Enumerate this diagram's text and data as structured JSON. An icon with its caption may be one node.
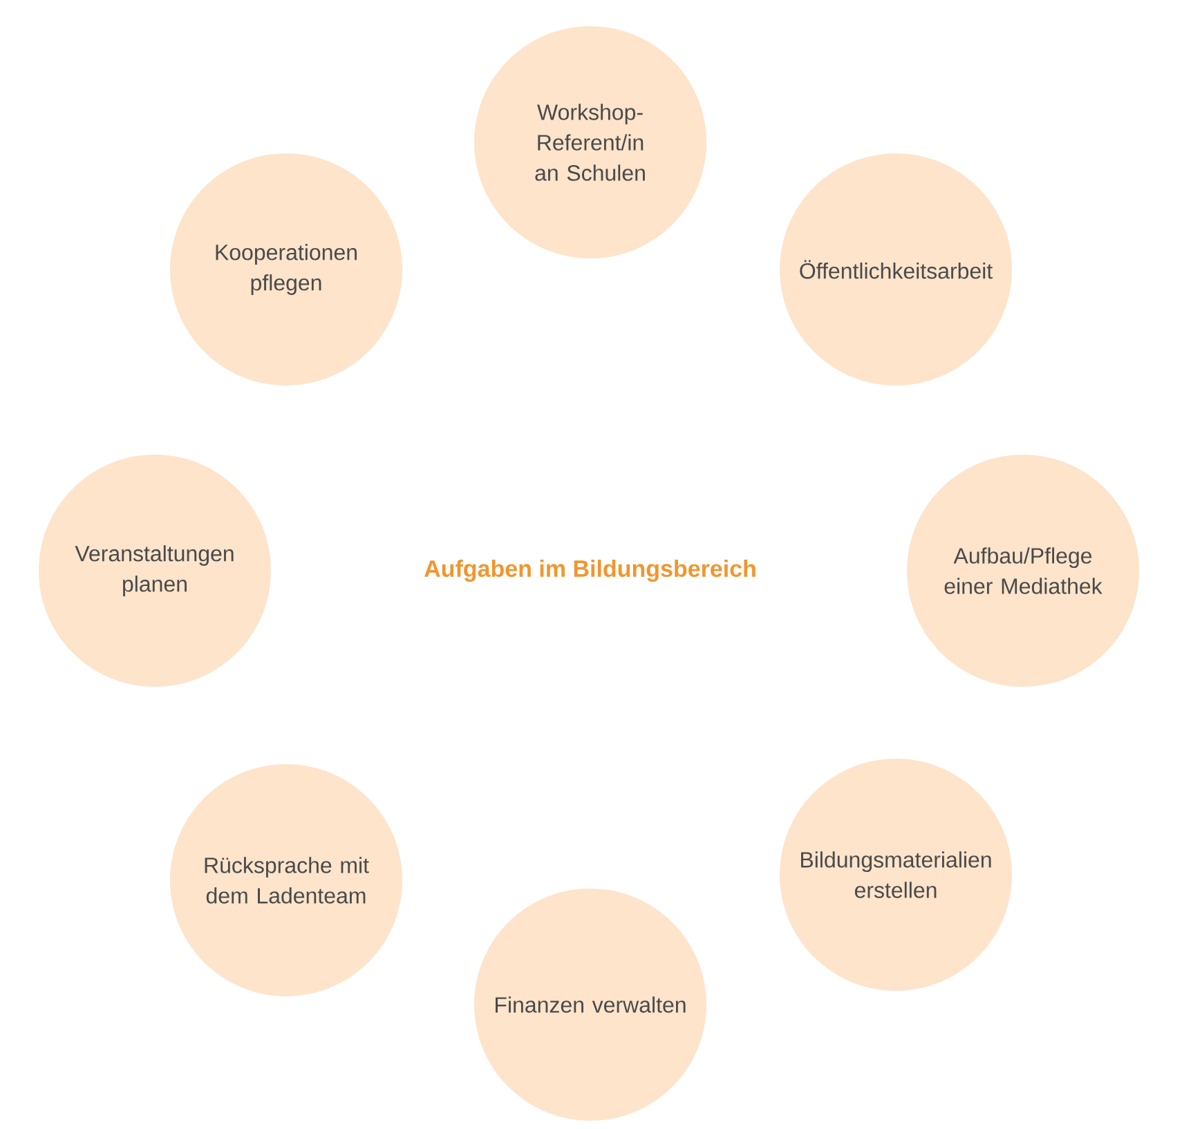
{
  "diagram": {
    "title": "Aufgaben im Bildungsbereich",
    "nodes": [
      {
        "text": [
          "Workshop-Referent/in an Schulen"
        ]
      },
      {
        "text": [
          "Öffentlichkeitsarbeit"
        ]
      },
      {
        "text": [
          "Aufbau/Pflege einer Mediathek"
        ]
      },
      {
        "text": [
          "Bildungsmaterialien erstellen"
        ]
      },
      {
        "text": [
          "Finanzen verwalten"
        ]
      },
      {
        "text": [
          "Rücksprache mit dem Ladenteam"
        ]
      },
      {
        "text": [
          "Veranstaltungen planen"
        ]
      },
      {
        "text": [
          "Kooperationen pflegen"
        ]
      }
    ]
  }
}
